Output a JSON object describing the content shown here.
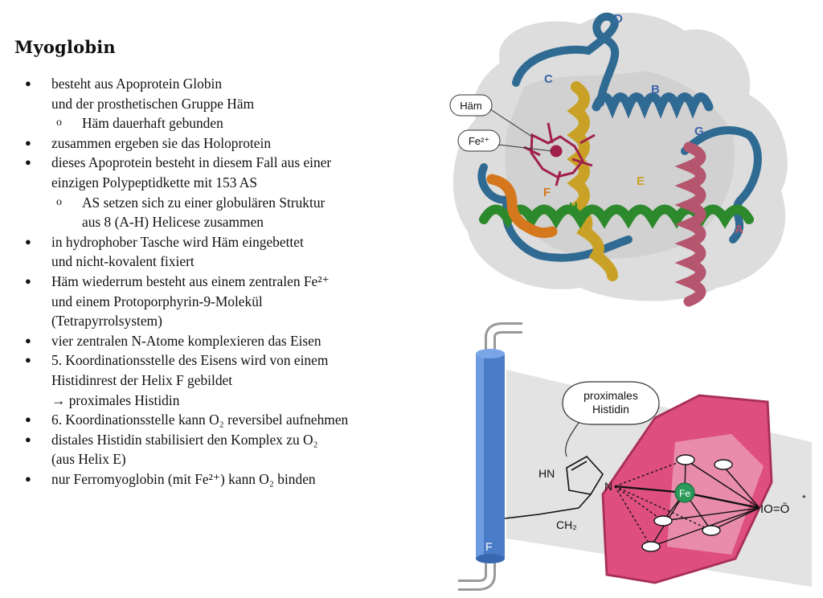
{
  "title": "Myoglobin",
  "bullets": [
    {
      "lines": [
        "besteht aus Apoprotein Globin",
        "und der prosthetischen Gruppe Häm"
      ],
      "sub": [
        {
          "lines": [
            "Häm dauerhaft gebunden"
          ]
        }
      ]
    },
    {
      "lines": [
        "zusammen ergeben sie das Holoprotein"
      ]
    },
    {
      "lines": [
        "dieses Apoprotein besteht in diesem Fall aus einer",
        "einzigen Polypeptidkette mit 153 AS"
      ],
      "sub": [
        {
          "lines": [
            "AS setzen sich zu einer globulären Struktur",
            "aus 8 (A-H) Helicese zusammen"
          ]
        }
      ]
    },
    {
      "lines": [
        "in hydrophober Tasche wird Häm eingebettet",
        "und nicht-kovalent fixiert"
      ]
    },
    {
      "lines": [
        "Häm wiederrum besteht aus einem zentralen Fe²⁺",
        "und einem Protoporphyrin-9-Molekül",
        "(Tetrapyrrolsystem)"
      ]
    },
    {
      "lines": [
        "vier zentralen N-Atome komplexieren das Eisen"
      ]
    },
    {
      "lines": [
        "5. Koordinationsstelle des Eisens wird von einem",
        "Histidinrest der Helix F gebildet",
        "→ proximales Histidin"
      ]
    },
    {
      "lines": [
        "6. Koordinationsstelle kann O₂ reversibel aufnehmen"
      ]
    },
    {
      "lines": [
        "distales Histidin stabilisiert den Komplex zu O₂",
        "(aus Helix E)"
      ]
    },
    {
      "lines": [
        "nur Ferromyoglobin (mit Fe²⁺) kann O₂ binden"
      ]
    }
  ],
  "figure_top": {
    "labels": {
      "D": "D",
      "C": "C",
      "B": "B",
      "G": "G",
      "E": "E",
      "F": "F",
      "H": "H",
      "A": "A",
      "haem": "Häm",
      "fe": "Fe²⁺"
    },
    "colors": {
      "blue": "#2f6a93",
      "gold": "#c9a126",
      "pink": "#b5566e",
      "green": "#2d8a2c",
      "orange": "#d5781d",
      "heme": "#a0204a",
      "surface": "#d7d7d7"
    }
  },
  "figure_bottom": {
    "bubble": [
      "proximales",
      "Histidin"
    ],
    "helix_label": "F",
    "atoms": {
      "hn": "HN",
      "n": "N",
      "ch2": "CH₂",
      "fe": "Fe",
      "o2": "IO=Ō",
      "star": "*"
    },
    "colors": {
      "cylinder": "#4a7cc8",
      "plane": "#e0e0e0",
      "heme": "#de4f80",
      "fe": "#2a9a5a"
    }
  }
}
